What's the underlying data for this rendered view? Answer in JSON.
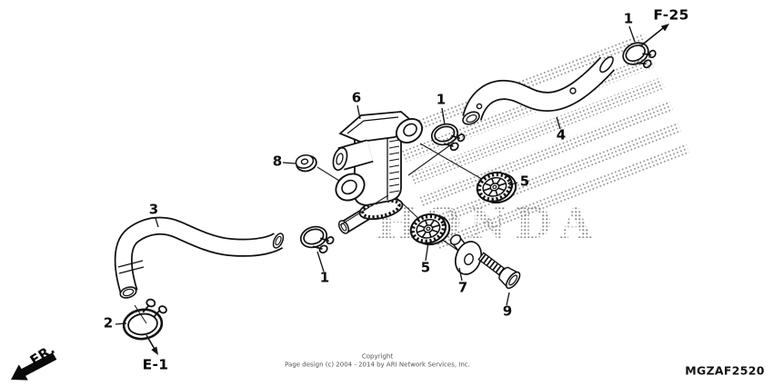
{
  "watermark": {
    "text": "HONDA"
  },
  "refs": {
    "f25": "F-25",
    "e1": "E-1",
    "front": "FR."
  },
  "footer": {
    "copyright_line1": "Copyright",
    "copyright_line2": "Page design (c) 2004 - 2014 by ARI Network Services, Inc.",
    "diagram_code": "MGZAF2520"
  },
  "callouts": [
    {
      "label": "1",
      "part": "tube-clip-hose4-upper"
    },
    {
      "label": "1",
      "part": "tube-clip-hose4-lower"
    },
    {
      "label": "1",
      "part": "tube-clip-hose3"
    },
    {
      "label": "2",
      "part": "hose-clamp"
    },
    {
      "label": "3",
      "part": "hose-left"
    },
    {
      "label": "4",
      "part": "hose-right"
    },
    {
      "label": "5",
      "part": "grommet-upper"
    },
    {
      "label": "5",
      "part": "grommet-lower"
    },
    {
      "label": "6",
      "part": "solenoid-valve"
    },
    {
      "label": "7",
      "part": "collar"
    },
    {
      "label": "8",
      "part": "nut"
    },
    {
      "label": "9",
      "part": "flange-bolt"
    }
  ]
}
